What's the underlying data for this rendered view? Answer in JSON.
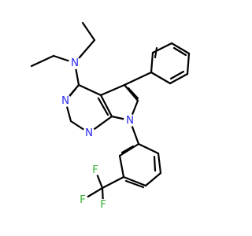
{
  "molecule": {
    "atoms": {
      "amine_n": "N",
      "pyrimidine_n3": "N",
      "pyrimidine_n1": "N",
      "pyrrole_n": "N",
      "fluorine_top": "F",
      "fluorine_left": "F",
      "fluorine_bottom": "F"
    }
  },
  "colors": {
    "nitrogen": "#2a2af0",
    "fluorine": "#3cb43c",
    "bond": "#000000"
  }
}
